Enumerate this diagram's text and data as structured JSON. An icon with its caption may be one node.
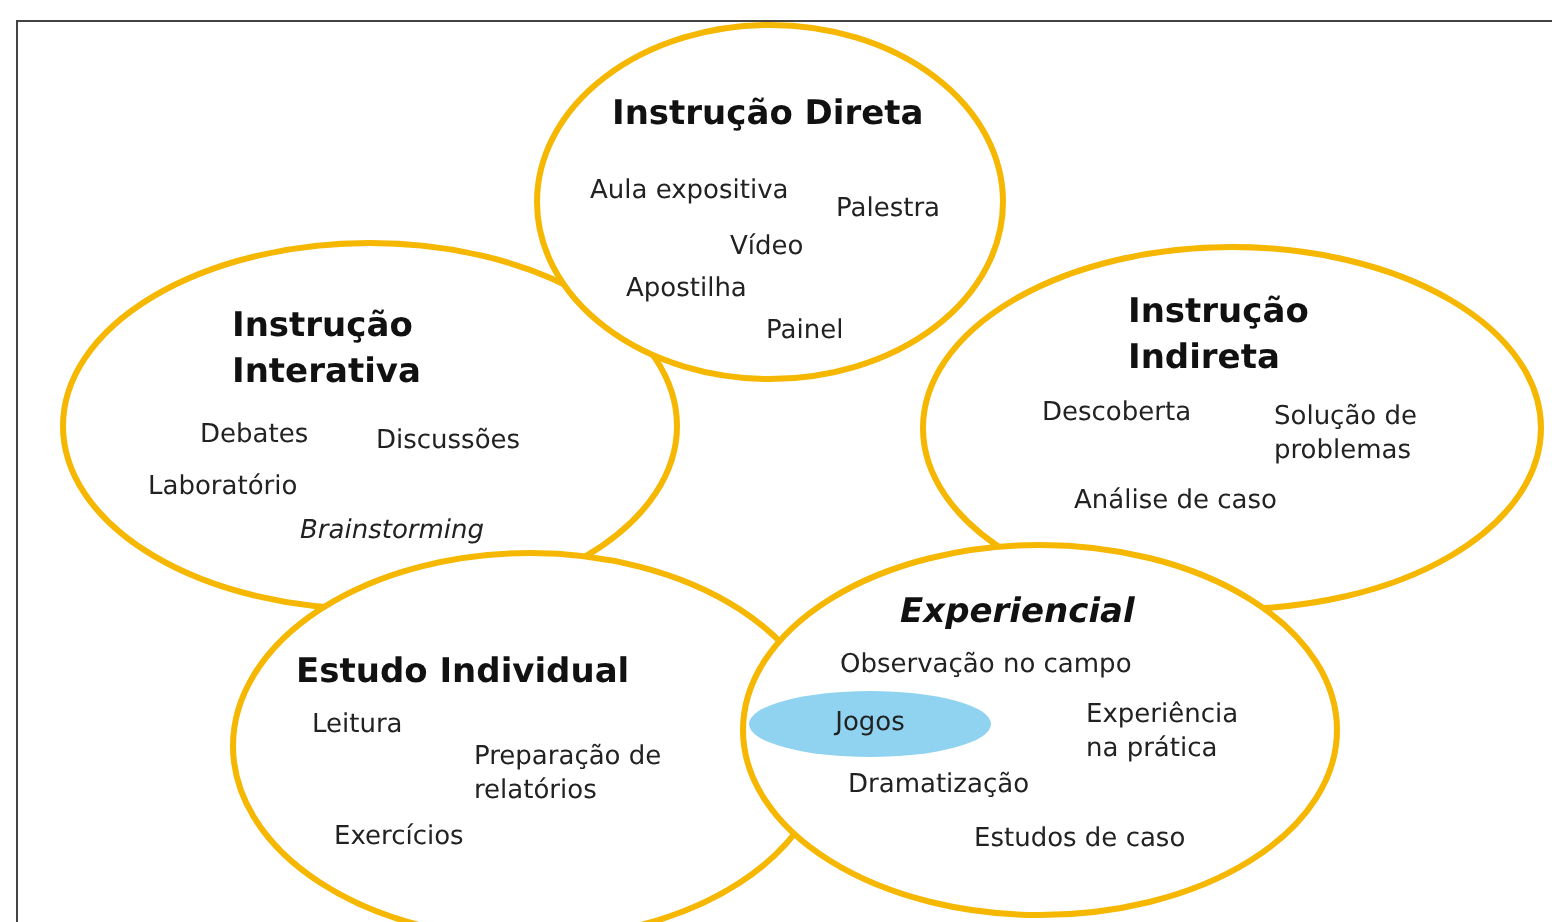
{
  "diagram": {
    "nodes": [
      {
        "text": [
          "Instrução Direta",
          "Aula expositiva",
          "Palestra",
          "Vídeo",
          "Apostilha",
          "Painel"
        ]
      },
      {
        "text": [
          "Instrução Interativa",
          "Debates",
          "Discussões",
          "Laboratório",
          "Brainstorming"
        ]
      },
      {
        "text": [
          "Instrução Indireta",
          "Descoberta",
          "Solução de problemas",
          "Análise de caso"
        ]
      },
      {
        "text": [
          "Estudo Individual",
          "Leitura",
          "Preparação de relatórios",
          "Exercícios"
        ]
      },
      {
        "text": [
          "Experiencial",
          "Observação no campo",
          "Experiência na prática",
          "Dramatização",
          "Estudos de caso"
        ]
      },
      {
        "text": [
          "Jogos"
        ],
        "in": 4
      }
    ]
  }
}
